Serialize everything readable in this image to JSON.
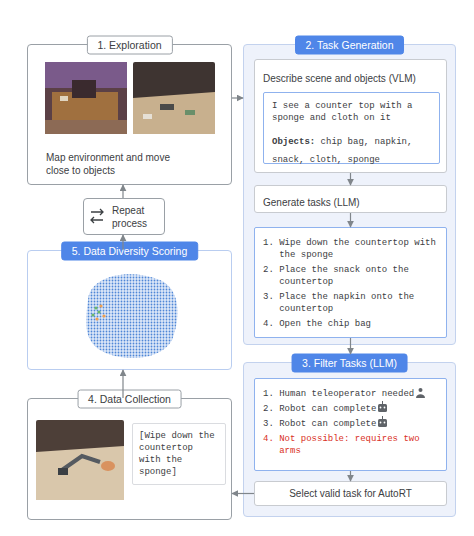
{
  "diagram": {
    "nodes": [
      {
        "text": [
          "1. Exploration",
          "Map environment and move close to objects"
        ]
      },
      {
        "text": [
          "2. Task Generation"
        ]
      },
      {
        "text": [
          "Describe scene and objects (VLM)"
        ],
        "in": 1
      },
      {
        "text": [
          "I see a counter top with a sponge and cloth on it",
          "Objects:",
          "chip bag, napkin, snack, cloth, sponge"
        ],
        "in": 2
      },
      {
        "text": [
          "Generate tasks (LLM)"
        ],
        "in": 1
      },
      {
        "text": [
          "1. Wipe down the countertop with the sponge",
          "2. Place the snack onto the countertop",
          "3. Place the napkin onto the countertop",
          "4. Open the chip bag"
        ],
        "in": 1
      },
      {
        "text": [
          "3. Filter Tasks (LLM)"
        ]
      },
      {
        "text": [
          "1. Human teleoperator needed",
          "2. Robot can complete",
          "3. Robot can complete",
          "4. Not possible: requires two arms"
        ],
        "in": 6
      },
      {
        "text": [
          "Select valid task for AutoRT"
        ],
        "in": 6
      },
      {
        "text": [
          "4. Data Collection",
          "[Wipe down the countertop with the sponge]"
        ]
      },
      {
        "text": [
          "5. Data Diversity Scoring"
        ]
      },
      {
        "text": [
          "Repeat process"
        ]
      }
    ],
    "edges": [
      {
        "from": 0,
        "to": 1,
        "arrow": "to"
      },
      {
        "from": 2,
        "to": 4,
        "arrow": "to"
      },
      {
        "from": 4,
        "to": 5,
        "arrow": "to"
      },
      {
        "from": 5,
        "to": 6,
        "arrow": "to"
      },
      {
        "from": 7,
        "to": 8,
        "arrow": "to"
      },
      {
        "from": 8,
        "to": 9,
        "arrow": "to"
      },
      {
        "from": 9,
        "to": 10,
        "arrow": "to"
      },
      {
        "from": 10,
        "to": 11,
        "arrow": "to"
      },
      {
        "from": 11,
        "to": 0,
        "arrow": "to"
      }
    ]
  }
}
